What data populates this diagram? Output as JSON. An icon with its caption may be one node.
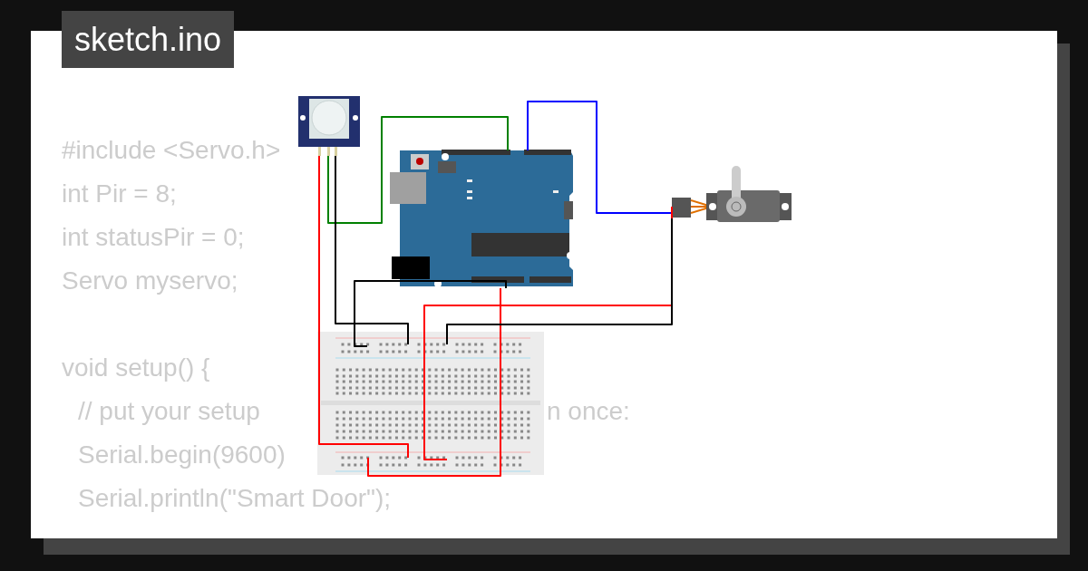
{
  "diagram": {
    "title": "sketch.ino",
    "nodes": [
      {
        "text": [],
        "shape": "picture"
      },
      {
        "text": [],
        "shape": "picture"
      },
      {
        "text": [],
        "shape": "picture"
      },
      {
        "text": [],
        "shape": "picture"
      }
    ],
    "edges": [
      {
        "from": 0,
        "to": 1,
        "arrow": "none",
        "color": "#008000"
      },
      {
        "from": 1,
        "to": 2,
        "arrow": "none",
        "color": "#0000ff"
      },
      {
        "from": 0,
        "to": 3,
        "arrow": "none",
        "color": "#000000"
      },
      {
        "from": 0,
        "to": 3,
        "arrow": "none",
        "color": "#ff0000"
      },
      {
        "from": 1,
        "to": 3,
        "arrow": "none",
        "color": "#000000"
      },
      {
        "from": 1,
        "to": 3,
        "arrow": "none",
        "color": "#ff0000"
      },
      {
        "from": 2,
        "to": 3,
        "arrow": "none",
        "color": "#ff0000"
      },
      {
        "from": 2,
        "to": 3,
        "arrow": "none",
        "color": "#000000"
      }
    ],
    "labels": [
      "#include <Servo.h>",
      "int Pir = 8;",
      "int statusPir = 0;",
      "Servo myservo;",
      "void setup() {",
      "// put your setup",
      "n once:",
      "Serial.begin(9600)",
      "Serial.println(\"Smart Door\");"
    ]
  }
}
